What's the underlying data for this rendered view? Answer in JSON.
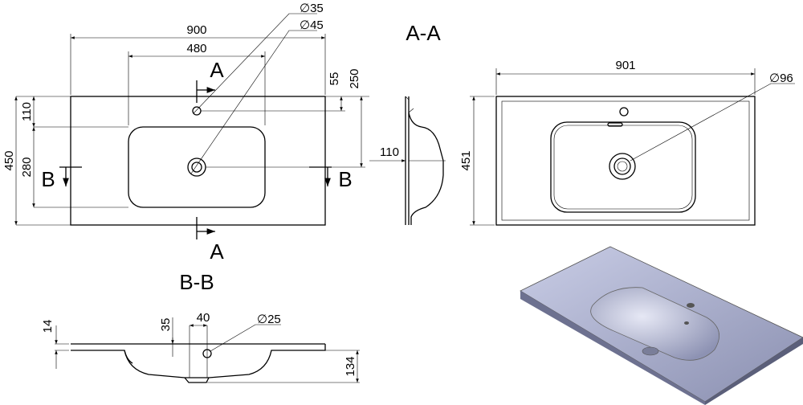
{
  "drawing": {
    "section_aa_title": "A-A",
    "section_bb_title": "B-B",
    "cut_label_a": "A",
    "cut_label_b": "B",
    "top_view": {
      "width": "900",
      "bowl_width": "480",
      "tap_hole_dia": "∅35",
      "drain_dia": "∅45",
      "tap_offset": "55",
      "drain_offset": "250",
      "back_edge": "110",
      "bowl_depth": "280",
      "depth": "450"
    },
    "side_view": {
      "offset": "110"
    },
    "bottom_view": {
      "width": "901",
      "depth": "451",
      "drain_dia": "∅96"
    },
    "section_bb": {
      "thickness": "14",
      "drop": "35",
      "width": "40",
      "hole_dia": "∅25",
      "height": "134"
    }
  }
}
